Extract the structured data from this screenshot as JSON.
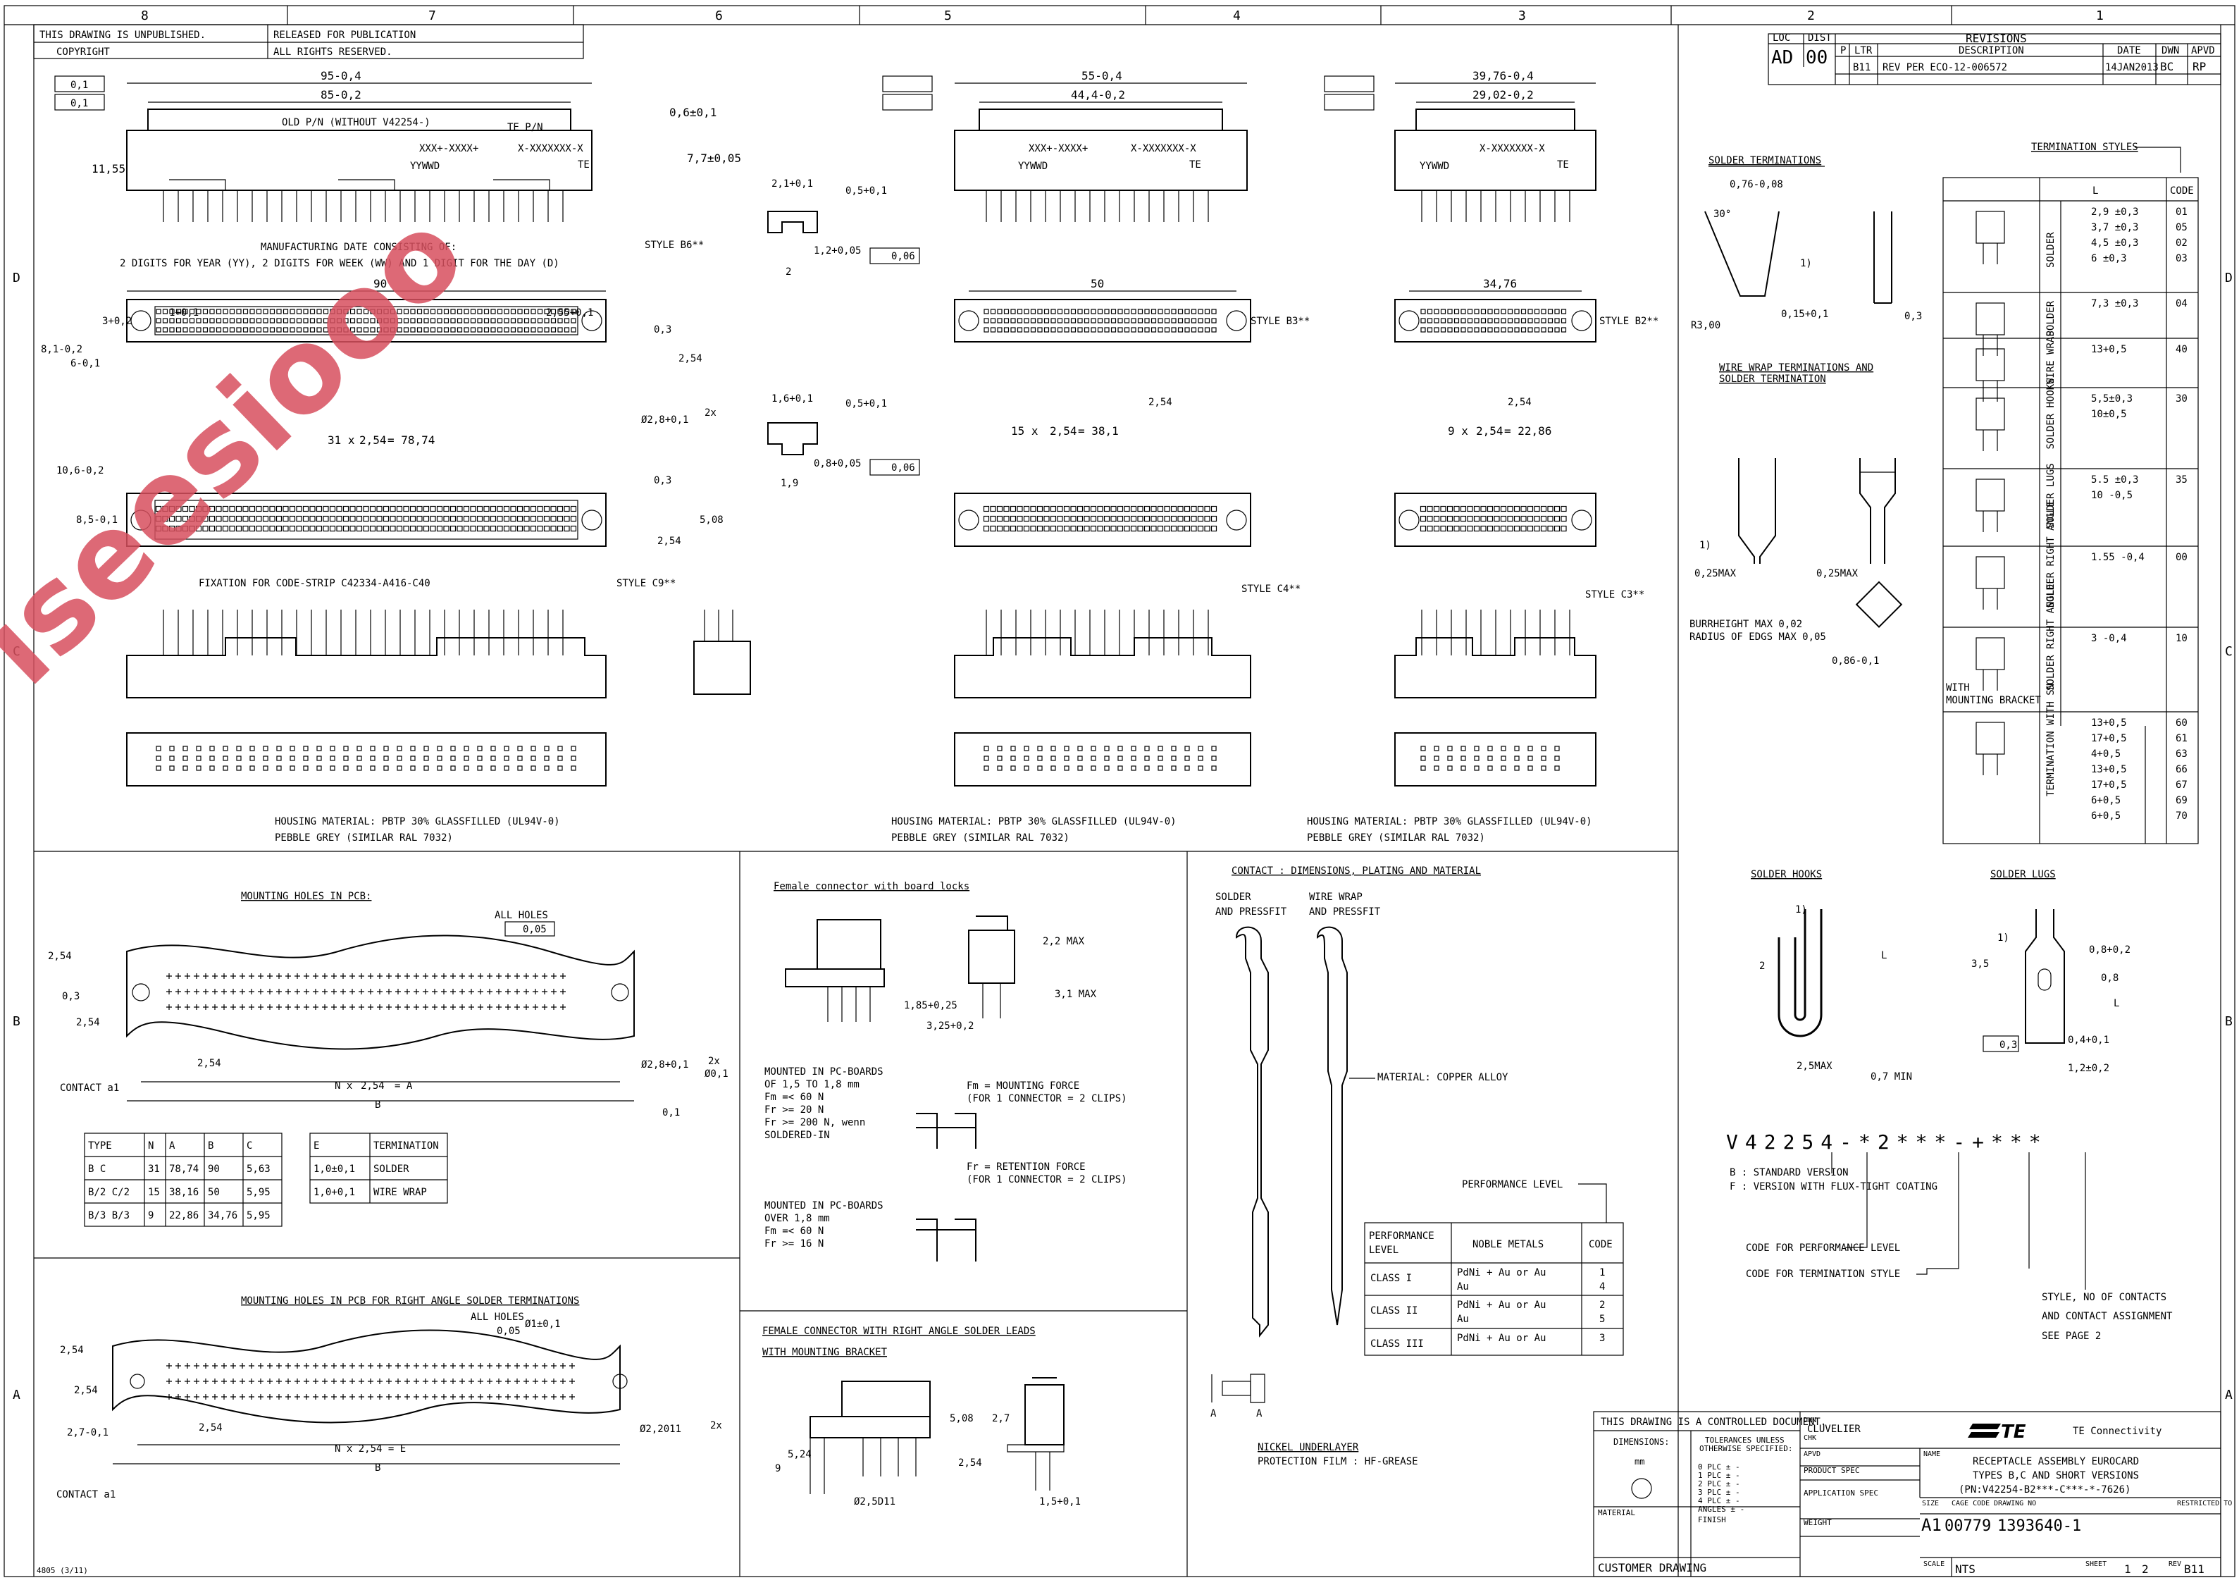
{
  "header": {
    "left_notes": [
      "THIS DRAWING IS UNPUBLISHED.",
      "COPYRIGHT",
      "RELEASED FOR PUBLICATION",
      "ALL RIGHTS RESERVED."
    ],
    "cols": [
      "8",
      "7",
      "6",
      "5",
      "4",
      "3",
      "2",
      "1"
    ],
    "rows": [
      "D",
      "C",
      "B",
      "A"
    ]
  },
  "revisions": {
    "title": "REVISIONS",
    "loc": "LOC",
    "dist": "DIST",
    "loc_val": "AD",
    "dist_val": "00",
    "cols": [
      "P",
      "LTR",
      "DESCRIPTION",
      "DATE",
      "DWN",
      "APVD"
    ],
    "row": {
      "ltr": "B11",
      "desc": "REV PER ECO-12-006572",
      "date": "14JAN2013",
      "dwn": "BC",
      "apvd": "RP"
    }
  },
  "views": {
    "b": {
      "dims": [
        "95-0,4",
        "85-0,2",
        "0,6±0,1",
        "7,7±0,05",
        "11,55"
      ],
      "labels": [
        "OLD P/N (WITHOUT V42254-)",
        "TE P/N",
        "XXX+-XXXX+",
        "X-XXXXXXX-X",
        "YYWWD",
        "TE"
      ],
      "date_note": [
        "MANUFACTURING DATE CONSISTING OF:",
        "2 DIGITS FOR YEAR (YY), 2 DIGITS FOR WEEK (WW) AND 1 DIGIT FOR THE DAY (D)"
      ],
      "style_top": "STYLE B6**",
      "top_dims": [
        "90",
        "1+0,1",
        "2,55+0,1",
        "3+0,2",
        "8,1-0,2",
        "6-0,1",
        "0,3",
        "2,54",
        "Ø2,8+0,1",
        "2x",
        "31 x",
        "2,54",
        "= 78,74"
      ],
      "style_bot": "STYLE C9**",
      "fixation": "FIXATION FOR CODE-STRIP C42334-A416-C40",
      "bot_dims": [
        "10,6-0,2",
        "8,5-0,1",
        "0,3",
        "2,54",
        "5,08"
      ],
      "material": [
        "HOUSING MATERIAL: PBTP 30% GLASSFILLED (UL94V-0)",
        "PEBBLE GREY (SIMILAR RAL 7032)"
      ]
    },
    "b2": {
      "dims": [
        "55-0,4",
        "44,4-0,2"
      ],
      "labels": [
        "XXX+-XXXX+",
        "X-XXXXXXX-X",
        "YYWWD",
        "TE"
      ],
      "style_top": "STYLE B3**",
      "top_dims": [
        "50",
        "2,54",
        "15 x",
        "2,54",
        "= 38,1"
      ],
      "style_bot": "STYLE C4**",
      "material": [
        "HOUSING MATERIAL: PBTP 30% GLASSFILLED (UL94V-0)",
        "PEBBLE GREY (SIMILAR RAL 7032)"
      ]
    },
    "b3": {
      "dims": [
        "39,76-0,4",
        "29,02-0,2"
      ],
      "labels": [
        "X-XXXXXXX-X",
        "YYWWD",
        "TE"
      ],
      "style_top": "STYLE B2**",
      "top_dims": [
        "34,76",
        "2,54",
        "9 x",
        "2,54",
        "= 22,86"
      ],
      "style_bot": "STYLE C3**",
      "material": [
        "HOUSING MATERIAL: PBTP 30% GLASSFILLED (UL94V-0)",
        "PEBBLE GREY (SIMILAR RAL 7032)"
      ]
    },
    "details": {
      "d1": [
        "2,1+0,1",
        "0,5+0,1",
        "1,2+0,05",
        "0,06",
        "2"
      ],
      "d2": [
        "1,6+0,1",
        "0,5+0,1",
        "0,8+0,05",
        "0,06",
        "1,9"
      ]
    },
    "datums": {
      "d": "D",
      "c": "C",
      "b": "B",
      "a": "A",
      "tol1": "0,1",
      "tol3": "0,3"
    }
  },
  "solder_terminations": {
    "title": "SOLDER TERMINATIONS",
    "dims": [
      "0,76-0,08",
      "30°",
      "1)",
      "R3,00",
      "0,15+0,1",
      "0,3"
    ]
  },
  "wirewrap": {
    "title": [
      "WIRE WRAP TERMINATIONS AND",
      "SOLDER TERMINATION"
    ],
    "dims": [
      "1)",
      "0,25MAX",
      "0,25MAX",
      "BURRHEIGHT MAX 0,02",
      "RADIUS OF EDGS MAX 0,05",
      "0,86-0,1"
    ]
  },
  "termination_styles": {
    "title": "TERMINATION STYLES",
    "headers": [
      "L",
      "CODE"
    ],
    "rows": [
      {
        "label": "SOLDER",
        "l": [
          "2,9 ±0,3",
          "3,7 ±0,3",
          "4,5 ±0,3",
          "6 ±0,3"
        ],
        "code": [
          "01",
          "05",
          "02",
          "03"
        ]
      },
      {
        "label": "SOLDER",
        "l": [
          "7,3 ±0,3"
        ],
        "code": [
          "04"
        ]
      },
      {
        "label": "WIRE WRAP",
        "l": [
          "13+0,5"
        ],
        "code": [
          "40"
        ]
      },
      {
        "label": "SOLDER HOOKS",
        "l": [
          "5,5±0,3",
          "10±0,5"
        ],
        "code": [
          "30"
        ]
      },
      {
        "label": "SOLDER LUGS",
        "l": [
          "5.5 ±0,3",
          "10 -0,5"
        ],
        "code": [
          "35"
        ]
      },
      {
        "label": "SOLDER RIGHT ANGLE",
        "l": [
          "1.55 -0,4"
        ],
        "code": [
          "00"
        ]
      },
      {
        "label": "SOLDER RIGHT ANGLE",
        "l": [
          "3 -0,4"
        ],
        "code": [
          "10"
        ],
        "note": [
          "WITH",
          "MOUNTING BRACKET"
        ]
      },
      {
        "label": "TERMINATION WITH SN",
        "l": [
          "13+0,5",
          "17+0,5",
          "4+0,5",
          "13+0,5",
          "17+0,5",
          "6+0,5",
          "6+0,5"
        ],
        "code": [
          "60",
          "61",
          "63",
          "66",
          "67",
          "69",
          "70"
        ]
      }
    ]
  },
  "hooks_lugs": {
    "hooks_title": "SOLDER HOOKS",
    "lugs_title": "SOLDER LUGS",
    "hooks_dims": [
      "1)",
      "2",
      "L",
      "0,7 MIN",
      "2,5MAX"
    ],
    "lugs_dims": [
      "1)",
      "3,5",
      "0,8+0,2",
      "0,8",
      "L",
      "0,3",
      "0,4+0,1",
      "1,2±0,2"
    ]
  },
  "part_code": {
    "code": "V42254-*2***-+***",
    "lines": [
      "B : STANDARD VERSION",
      "F : VERSION WITH FLUX-TIGHT COATING",
      "CODE FOR PERFORMANCE LEVEL",
      "CODE FOR TERMINATION STYLE",
      "STYLE, NO OF CONTACTS",
      "AND CONTACT ASSIGNMENT",
      "SEE PAGE 2"
    ]
  },
  "mounting_holes": {
    "title": "MOUNTING HOLES IN PCB:",
    "all_holes": "ALL HOLES",
    "dims": [
      "0,05",
      "2,54",
      "0,3",
      "2,54",
      "2,54",
      "Ø2,8+0,1",
      "2x",
      "Ø0,1",
      "N x",
      "2,54",
      "= A",
      "B",
      "0,1",
      "CONTACT a1"
    ],
    "table1": {
      "headers": [
        "TYPE",
        "N",
        "A",
        "B",
        "C"
      ],
      "rows": [
        [
          "B    C",
          "31",
          "78,74",
          "90",
          "5,63"
        ],
        [
          "B/2 C/2",
          "15",
          "38,16",
          "50",
          "5,95"
        ],
        [
          "B/3 B/3",
          "9",
          "22,86",
          "34,76",
          "5,95"
        ]
      ]
    },
    "table2": {
      "headers": [
        "E",
        "TERMINATION"
      ],
      "rows": [
        [
          "1,0±0,1",
          "SOLDER"
        ],
        [
          "1,0+0,1",
          "WIRE WRAP"
        ]
      ]
    }
  },
  "mounting_holes_ra": {
    "title": "MOUNTING HOLES IN PCB FOR RIGHT ANGLE SOLDER TERMINATIONS",
    "dims": [
      "ALL HOLES",
      "0,05",
      "Ø1±0,1",
      "2,54",
      "2,54",
      "2,7-0,1",
      "2,54",
      "Ø2,2011",
      "2x",
      "N x 2,54 = E",
      "B",
      "CONTACT a1"
    ]
  },
  "board_locks": {
    "title": "Female connector with board locks",
    "dims": [
      "2,2 MAX",
      "3,1 MAX",
      "1,85+0,25",
      "3,25+0,2"
    ],
    "text1": [
      "MOUNTED IN PC-BOARDS",
      "OF 1,5 TO 1,8 mm",
      "Fm =< 60 N",
      "Fr >= 20 N",
      "Fr >= 200 N, wenn",
      "  SOLDERED-IN"
    ],
    "text2": [
      "Fm = MOUNTING FORCE",
      "(FOR 1 CONNECTOR = 2 CLIPS)"
    ],
    "text3": [
      "Fr = RETENTION FORCE",
      "(FOR 1 CONNECTOR = 2 CLIPS)"
    ],
    "text4": [
      "MOUNTED IN PC-BOARDS",
      "OVER 1,8 mm",
      "Fm =< 60 N",
      "Fr >= 16 N"
    ]
  },
  "right_angle": {
    "title": [
      "FEMALE CONNECTOR WITH RIGHT ANGLE SOLDER LEADS",
      "WITH MOUNTING BRACKET"
    ],
    "dims": [
      "5,08",
      "2,7",
      "5,24",
      "9",
      "2,54",
      "Ø2,5D11",
      "1,5+0,1"
    ]
  },
  "contact": {
    "title": "CONTACT : DIMENSIONS, PLATING AND MATERIAL",
    "col1": [
      "SOLDER",
      "AND PRESSFIT"
    ],
    "col2": [
      "WIRE WRAP",
      "AND PRESSFIT"
    ],
    "material": "MATERIAL: COPPER ALLOY",
    "perf_label": "PERFORMANCE LEVEL",
    "table": {
      "headers": [
        "PERFORMANCE LEVEL",
        "NOBLE METALS",
        "CODE"
      ],
      "rows": [
        [
          "CLASS I",
          "PdNi + Au or Au",
          "Au",
          "1",
          "4"
        ],
        [
          "CLASS II",
          "PdNi + Au or Au",
          "Au",
          "2",
          "5"
        ],
        [
          "CLASS III",
          "PdNi + Au or Au",
          "",
          "3",
          ""
        ]
      ]
    },
    "section": [
      "A",
      "A"
    ],
    "film": [
      "NICKEL UNDERLAYER",
      "PROTECTION FILM : HF-GREASE"
    ]
  },
  "title_block": {
    "controlled": "THIS DRAWING IS A CONTROLLED DOCUMENT.",
    "dwn_label": "DWN",
    "dwn": "CLUVELIER",
    "chk_label": "CHK",
    "apvd_label": "APVD",
    "dimensions": "DIMENSIONS:",
    "mm": "mm",
    "tolerances": [
      "TOLERANCES UNLESS",
      "OTHERWISE SPECIFIED:"
    ],
    "plc": [
      "0 PLC  ±  -",
      "1 PLC  ±  -",
      "2 PLC  ±  -",
      "3 PLC  ±  -",
      "4 PLC  ±  -",
      "ANGLES  ±  -"
    ],
    "product_spec": "PRODUCT SPEC",
    "app_spec": "APPLICATION SPEC",
    "weight": "WEIGHT",
    "material": "MATERIAL",
    "finish": "FINISH",
    "company": "TE Connectivity",
    "name_label": "NAME",
    "name": [
      "RECEPTACLE ASSEMBLY EUROCARD",
      "TYPES B,C AND SHORT VERSIONS",
      "(PN:V42254-B2***-C***-*-7626)"
    ],
    "size_label": "SIZE",
    "cage_label": "CAGE CODE",
    "dwgno_label": "DRAWING NO",
    "restricted": "RESTRICTED TO",
    "size": "A1",
    "cage": "00779",
    "dwgno": "1393640-1",
    "customer": "CUSTOMER DRAWING",
    "scale_label": "SCALE",
    "scale": "NTS",
    "sheet_label": "SHEET",
    "sheet": "1",
    "of": "2",
    "rev_label": "REV",
    "rev": "B11",
    "form": "4805 (3/11)"
  },
  "watermark": "iseesiooo"
}
